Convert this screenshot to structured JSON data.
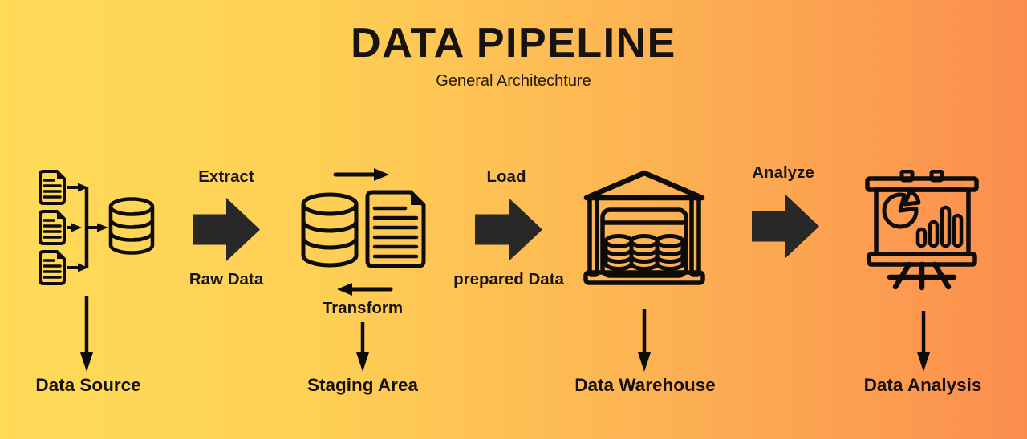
{
  "title": "DATA PIPELINE",
  "subtitle": "General Architechture",
  "palette": {
    "background_left": "#ffdb58",
    "background_right": "#fb8e4e",
    "text": "#171310",
    "icon_stroke": "#0e0c0a",
    "block_arrow": "#282828"
  },
  "flow": {
    "extract_label": "Extract",
    "extract_sublabel": "Raw Data",
    "transform_label": "Transform",
    "load_label": "Load",
    "load_sublabel": "prepared Data",
    "analyze_label": "Analyze"
  },
  "stages": [
    {
      "name": "Data Source",
      "icon": "documents-feeding-database-icon"
    },
    {
      "name": "Staging Area",
      "icon": "database-document-transform-icon"
    },
    {
      "name": "Data Warehouse",
      "icon": "warehouse-storage-icon"
    },
    {
      "name": "Data Analysis",
      "icon": "presentation-charts-icon"
    }
  ]
}
